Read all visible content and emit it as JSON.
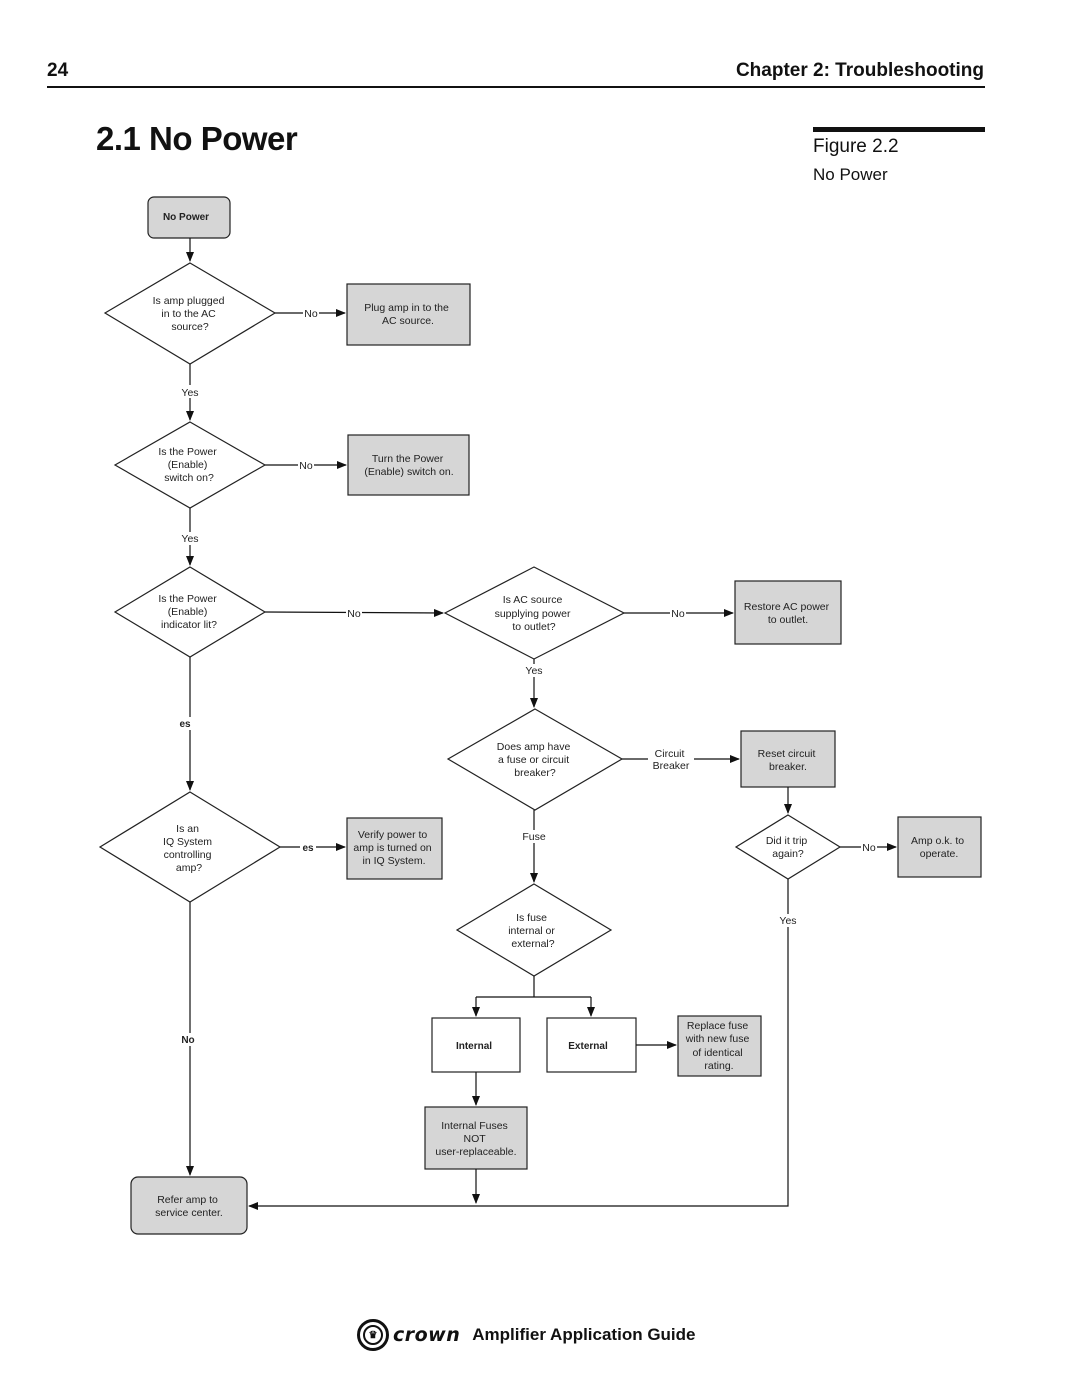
{
  "header": {
    "page_number": "24",
    "chapter": "Chapter 2: Troubleshooting"
  },
  "section_title": "2.1 No Power",
  "figure": {
    "label": "Figure 2.2",
    "caption": "No Power"
  },
  "flowchart": {
    "start": "No Power",
    "q_plugged": [
      "Is amp plugged",
      "in to the AC",
      "source?"
    ],
    "a_plug_in": [
      "Plug amp in to the",
      "AC source."
    ],
    "q_switch": [
      "Is the Power",
      "(Enable)",
      "switch on?"
    ],
    "a_switch_on": [
      "Turn the Power",
      "(Enable) switch on."
    ],
    "q_indicator": [
      "Is the Power",
      "(Enable)",
      "indicator lit?"
    ],
    "q_ac_source": [
      "Is AC source",
      "supplying power",
      "to outlet?"
    ],
    "a_restore_ac": [
      "Restore AC power",
      "to outlet."
    ],
    "q_iq": [
      "Is an",
      "IQ System",
      "controlling",
      "amp?"
    ],
    "a_verify_iq": [
      "Verify power to",
      "amp is turned on",
      "in IQ System."
    ],
    "q_fuse_breaker": [
      "Does amp have",
      "a fuse or circuit",
      "breaker?"
    ],
    "a_reset_breaker": [
      "Reset circuit",
      "breaker."
    ],
    "q_trip": [
      "Did it trip",
      "again?"
    ],
    "a_amp_ok": [
      "Amp o.k. to",
      "operate."
    ],
    "q_fuse_location": [
      "Is fuse",
      "internal or",
      "external?"
    ],
    "box_internal": "Internal",
    "box_external": "External",
    "a_replace_fuse": [
      "Replace fuse",
      "with new fuse",
      "of identical",
      "rating."
    ],
    "a_internal_fuses": [
      "Internal Fuses",
      "NOT",
      "user-replaceable."
    ],
    "end_service": [
      "Refer amp to",
      "service center."
    ],
    "label_no": "No",
    "label_yes": "Yes",
    "label_es": "es",
    "label_circuit_breaker": [
      "Circuit",
      "Breaker"
    ],
    "label_fuse": "Fuse"
  },
  "footer": {
    "logo_text": "crown",
    "guide_title": "Amplifier Application Guide"
  }
}
